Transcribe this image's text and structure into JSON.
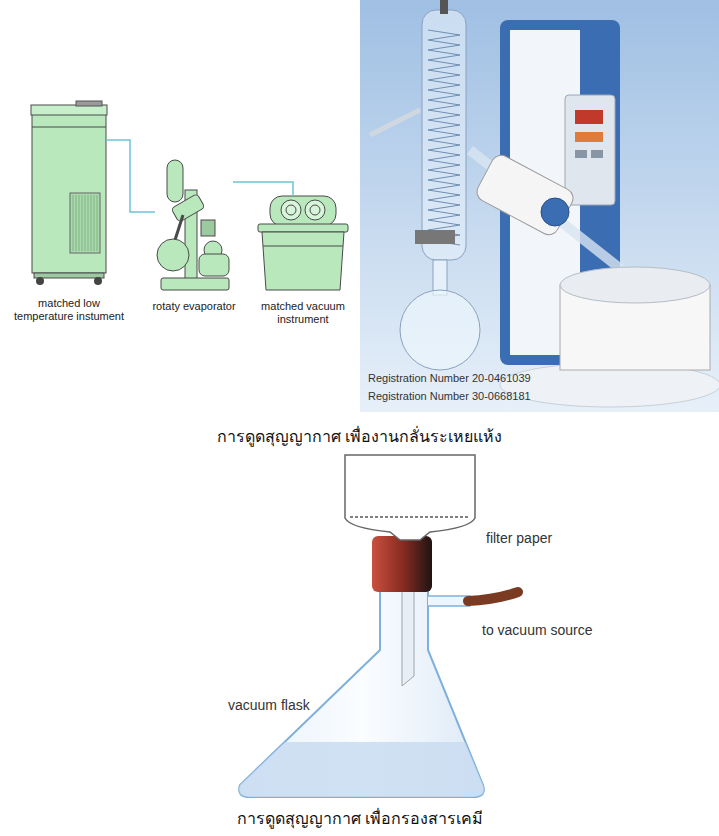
{
  "diagram": {
    "nodes": [
      {
        "text": [
          "matched low temperature instument"
        ]
      },
      {
        "text": [
          "rotaty evaporator"
        ]
      },
      {
        "text": [
          "matched vacuum instrument"
        ]
      },
      {
        "text": [
          "Registration Number 20-0461039",
          "Registration Number 30-0668181"
        ]
      }
    ],
    "edges": [
      {
        "from": 0,
        "to": 1,
        "arrow": "none"
      },
      {
        "from": 1,
        "to": 2,
        "arrow": "none"
      }
    ],
    "labels": [
      "การดูดสุญญากาศ เพื่องานกลั่นระเหยแห้ง",
      "filter paper",
      "vacuum flask",
      "to vacuum source",
      "การดูดสุญญากาศ เพื่อกรองสารเคมี"
    ]
  }
}
